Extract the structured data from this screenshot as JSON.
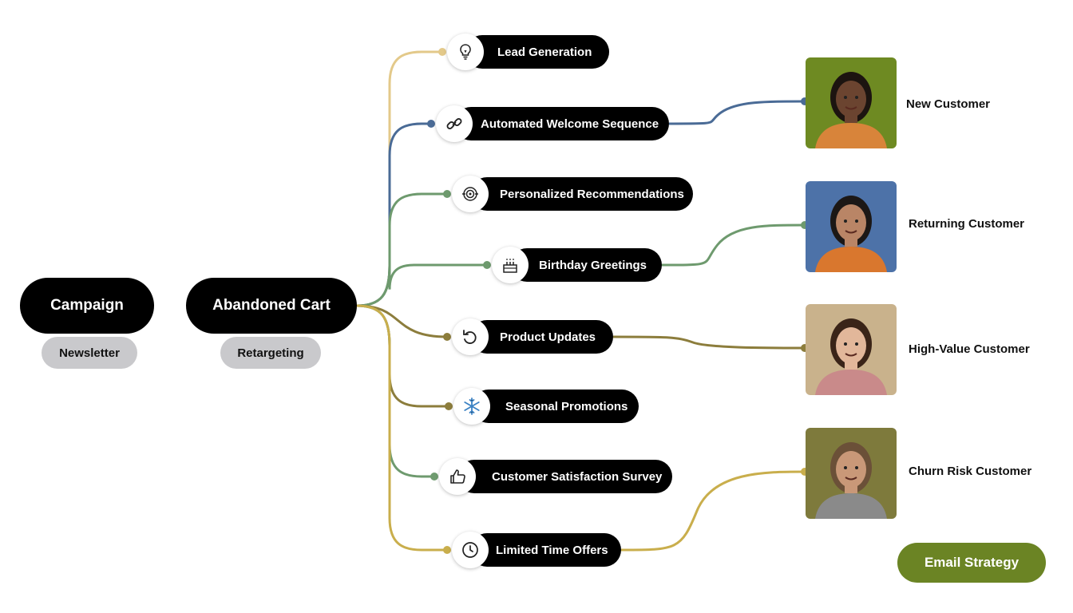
{
  "colors": {
    "tan": "#e3c98a",
    "blue": "#4a6b96",
    "green": "#6e9a6e",
    "olive": "#8c7d3c",
    "gold": "#c9ae4c",
    "strategy": "#6b8424"
  },
  "root": {
    "label": "Campaign",
    "sub": "Newsletter"
  },
  "hub": {
    "label": "Abandoned Cart",
    "sub": "Retargeting"
  },
  "branches": [
    {
      "label": "Lead Generation",
      "icon": "lightbulb-icon",
      "color": "tan"
    },
    {
      "label": "Automated Welcome Sequence",
      "icon": "link-icon",
      "color": "blue"
    },
    {
      "label": "Personalized Recommendations",
      "icon": "target-icon",
      "color": "green"
    },
    {
      "label": "Birthday Greetings",
      "icon": "cake-icon",
      "color": "green"
    },
    {
      "label": "Product Updates",
      "icon": "refresh-icon",
      "color": "olive"
    },
    {
      "label": "Seasonal Promotions",
      "icon": "snowflake-icon",
      "color": "olive"
    },
    {
      "label": "Customer Satisfaction Survey",
      "icon": "thumbs-up-icon",
      "color": "green"
    },
    {
      "label": "Limited Time Offers",
      "icon": "clock-icon",
      "color": "gold"
    }
  ],
  "customers": [
    {
      "label": "New Customer",
      "from": "Automated Welcome Sequence",
      "color": "blue",
      "bg": "#6e8a22",
      "skin": "#6b4430",
      "hair": "#1c1410",
      "shirt": "#d8843a"
    },
    {
      "label": "Returning Customer",
      "from": "Birthday Greetings",
      "color": "green",
      "bg": "#4d72a8",
      "skin": "#b98566",
      "hair": "#1c1816",
      "shirt": "#d9772e"
    },
    {
      "label": "High-Value Customer",
      "from": "Product Updates",
      "color": "olive",
      "bg": "#c9b28c",
      "skin": "#e2b79a",
      "hair": "#3a2418",
      "shirt": "#c98a8a"
    },
    {
      "label": "Churn Risk Customer",
      "from": "Limited Time Offers",
      "color": "gold",
      "bg": "#7e7a3c",
      "skin": "#c99878",
      "hair": "#6b5038",
      "shirt": "#8a8a8a"
    }
  ],
  "strategy": {
    "label": "Email Strategy"
  }
}
